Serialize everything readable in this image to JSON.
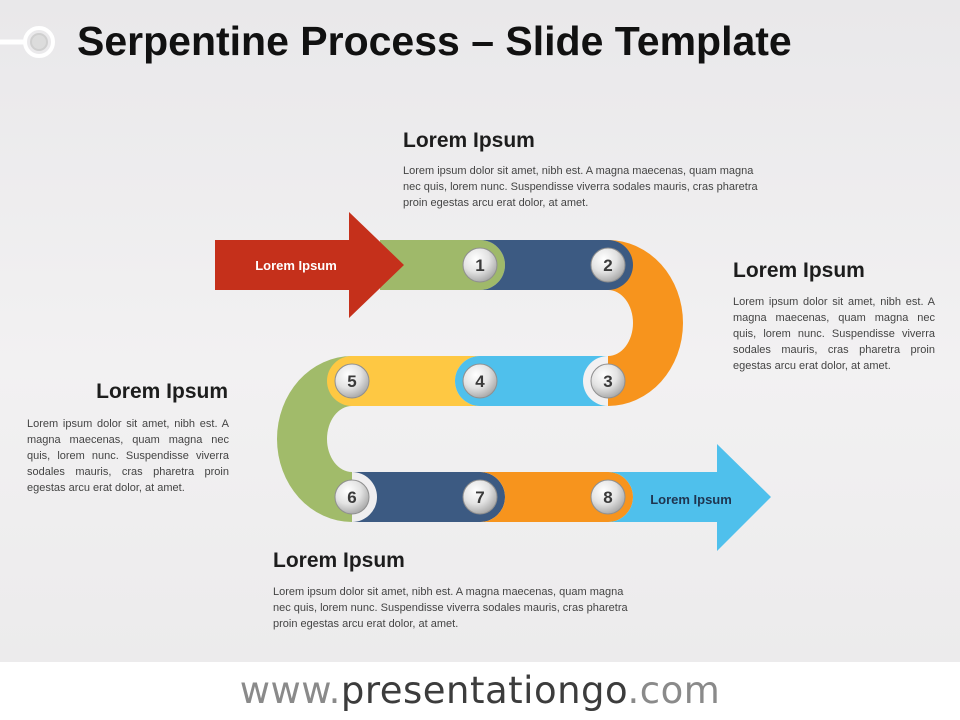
{
  "title": "Serpentine Process – Slide Template",
  "colors": {
    "red": "#c5301b",
    "green": "#9fb96a",
    "navy": "#3c5a82",
    "orange": "#f7941d",
    "yellow": "#fec843",
    "skyblue": "#4fc0ec",
    "greenlight": "#a1bb6a"
  },
  "start_arrow": {
    "label": "Lorem Ipsum"
  },
  "end_arrow": {
    "label": "Lorem Ipsum"
  },
  "steps": [
    "1",
    "2",
    "3",
    "4",
    "5",
    "6",
    "7",
    "8"
  ],
  "blocks": {
    "top": {
      "heading": "Lorem Ipsum",
      "text": "Lorem ipsum dolor sit amet, nibh est. A magna maecenas, quam magna nec quis, lorem nunc. Suspendisse viverra sodales mauris, cras pharetra proin egestas arcu erat dolor, at amet."
    },
    "right": {
      "heading": "Lorem Ipsum",
      "text": "Lorem ipsum dolor sit amet, nibh est. A magna maecenas, quam magna nec quis, lorem nunc. Suspendisse viverra sodales mauris, cras pharetra proin egestas arcu erat dolor, at amet."
    },
    "left": {
      "heading": "Lorem Ipsum",
      "text": "Lorem ipsum dolor sit amet, nibh est. A magna maecenas, quam magna nec quis, lorem nunc. Suspendisse viverra sodales mauris, cras pharetra proin egestas arcu erat dolor, at amet."
    },
    "bottom": {
      "heading": "Lorem Ipsum",
      "text": "Lorem ipsum dolor sit amet, nibh est. A magna maecenas, quam magna nec quis, lorem nunc. Suspendisse viverra sodales mauris, cras pharetra proin egestas arcu erat dolor, at amet."
    }
  },
  "footer": {
    "prefix": "www.",
    "brand": "presentationgo",
    "suffix": ".com"
  }
}
